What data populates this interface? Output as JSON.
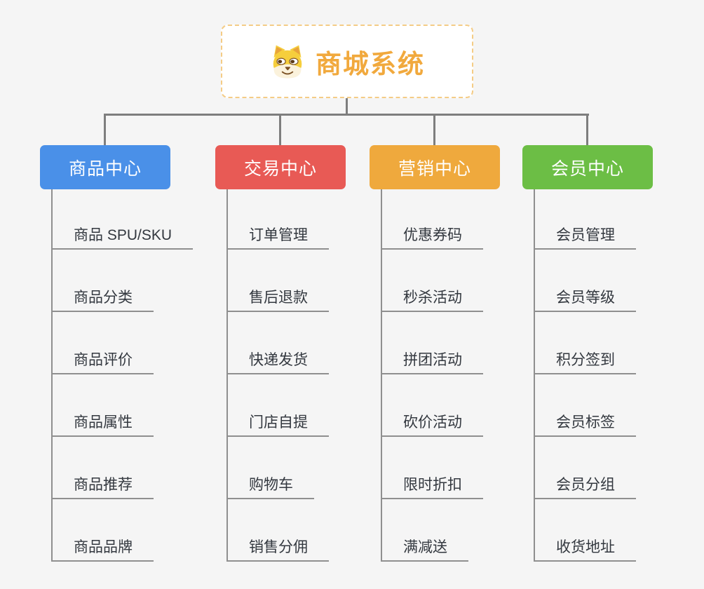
{
  "root": {
    "title": "商城系统",
    "icon": "dog-icon",
    "accent_color": "#F1A93D",
    "border_color": "#F4CC86"
  },
  "connector_color": "#7E7E7E",
  "background_color": "#F5F5F5",
  "branches": [
    {
      "label": "商品中心",
      "color": "#4A90E8",
      "children": [
        "商品 SPU/SKU",
        "商品分类",
        "商品评价",
        "商品属性",
        "商品推荐",
        "商品品牌"
      ]
    },
    {
      "label": "交易中心",
      "color": "#E85A55",
      "children": [
        "订单管理",
        "售后退款",
        "快递发货",
        "门店自提",
        "购物车",
        "销售分佣"
      ]
    },
    {
      "label": "营销中心",
      "color": "#EFA93D",
      "children": [
        "优惠券码",
        "秒杀活动",
        "拼团活动",
        "砍价活动",
        "限时折扣",
        "满减送"
      ]
    },
    {
      "label": "会员中心",
      "color": "#6CBE45",
      "children": [
        "会员管理",
        "会员等级",
        "积分签到",
        "会员标签",
        "会员分组",
        "收货地址"
      ]
    }
  ]
}
